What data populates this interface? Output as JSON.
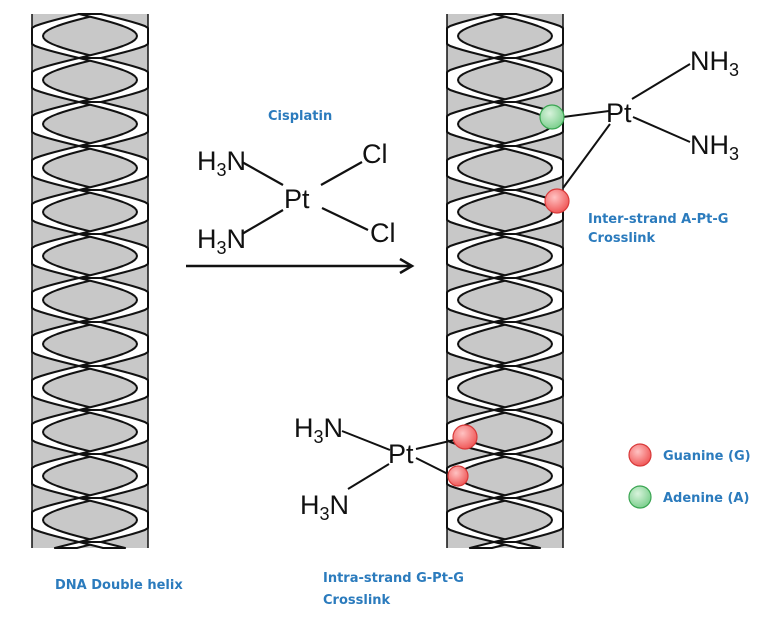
{
  "labels": {
    "cisplatin": "Cisplatin",
    "dna_helix": "DNA Double helix",
    "inter_line1": "Inter-strand A-Pt-G",
    "inter_line2": "Crosslink",
    "intra_line1": "Intra-strand G-Pt-G",
    "intra_line2": "Crosslink"
  },
  "chemistry": {
    "pt": "Pt",
    "cl": "Cl",
    "h": "H",
    "n": "N",
    "nh": "NH",
    "sub3": "3"
  },
  "legend": [
    {
      "label": "Guanine (G)",
      "color": "#f05a5a"
    },
    {
      "label": "Adenine (A)",
      "color": "#7ed08f"
    }
  ],
  "colors": {
    "label_blue": "#2b7bbd",
    "groove_gray": "#c8c8c8",
    "strand_white": "#ffffff",
    "outline": "#111111",
    "guanine": "#f05a5a",
    "adenine": "#7ed08f"
  }
}
